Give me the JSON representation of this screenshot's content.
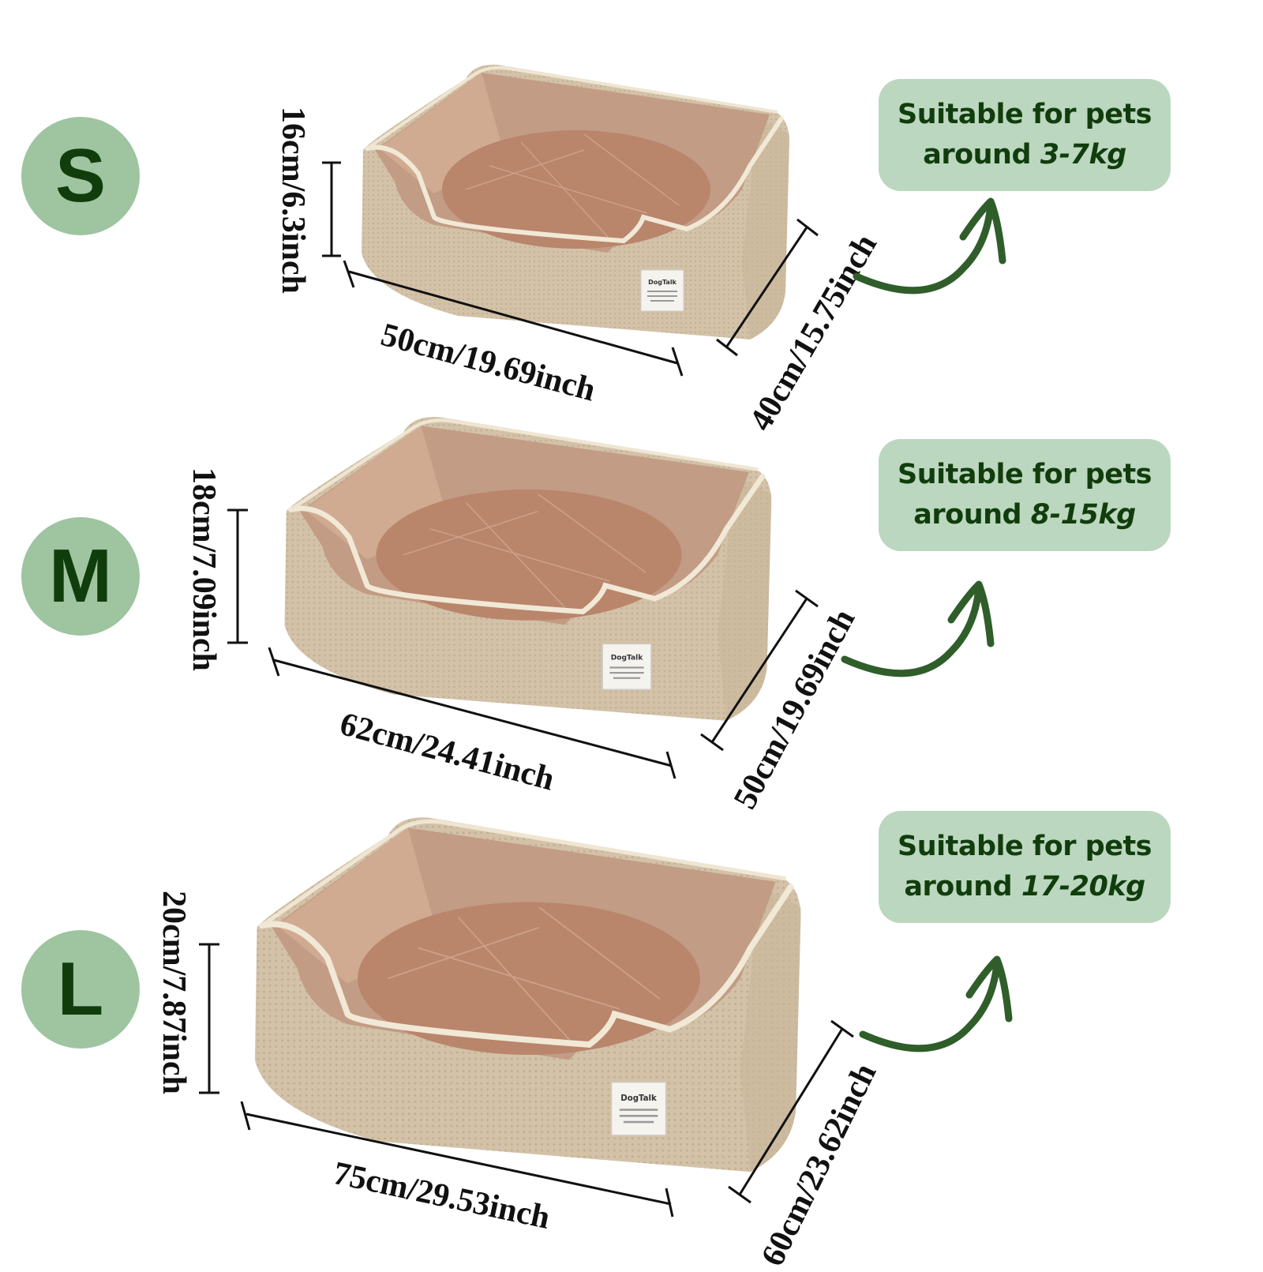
{
  "colors": {
    "circle_bg": "#9ec4a0",
    "pill_bg": "#bcd7bf",
    "text_dark_green": "#113d0d",
    "arrow_green": "#2f5e2a",
    "bed_outer": "#d7c6ae",
    "bed_inner": "#c49a80",
    "bed_piping": "#f1e8d6"
  },
  "sizes": [
    {
      "letter": "S",
      "suitability_line1": "Suitable for pets",
      "suitability_prefix": "around",
      "weight_range": "3-7kg",
      "height": "16cm/6.3inch",
      "length": "50cm/19.69inch",
      "width": "40cm/15.75inch",
      "label_brand": "DogTalk"
    },
    {
      "letter": "M",
      "suitability_line1": "Suitable for pets",
      "suitability_prefix": "around",
      "weight_range": "8-15kg",
      "height": "18cm/7.09inch",
      "length": "62cm/24.41inch",
      "width": "50cm/19.69inch",
      "label_brand": "DogTalk"
    },
    {
      "letter": "L",
      "suitability_line1": "Suitable for pets",
      "suitability_prefix": "around",
      "weight_range": "17-20kg",
      "height": "20cm/7.87inch",
      "length": "75cm/29.53inch",
      "width": "60cm/23.62inch",
      "label_brand": "DogTalk"
    }
  ],
  "icons": {
    "arrow": "curved-arrow-up-right"
  }
}
